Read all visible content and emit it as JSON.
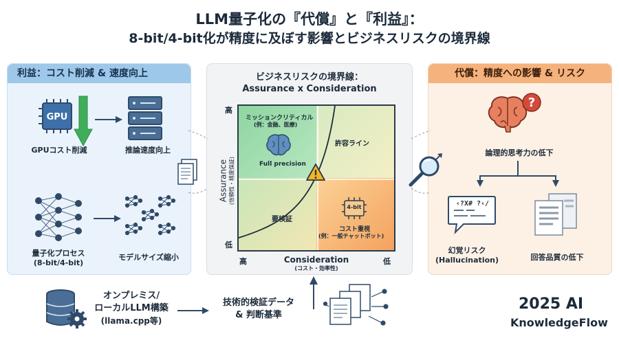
{
  "title": {
    "line1": "LLM量子化の『代償』と『利益』：",
    "line2": "8-bit/4-bit化が精度に及ぼす影響とビジネスリスクの境界線"
  },
  "left_panel": {
    "header": "利益：コスト削減 & 速度向上",
    "gpu_chip": "GPU",
    "gpu_cost": "GPUコスト削減",
    "inference_speed": "推論速度向上",
    "quant_process_line1": "量子化プロセス",
    "quant_process_line2": "(8-bit/4-bit)",
    "model_size": "モデルサイズ縮小"
  },
  "middle_panel": {
    "title_line1": "ビジネスリスクの境界線：",
    "title_line2": "Assurance x Consideration",
    "y_high": "高",
    "y_low": "低",
    "y_axis_line1": "Assurance",
    "y_axis_line2": "(信頼性・精度保証)",
    "x_high": "高",
    "x_low": "低",
    "x_axis_line1": "Consideration",
    "x_axis_line2": "(コスト・効率性)",
    "q_tl_line1": "ミッションクリティカル",
    "q_tl_line2": "(例：金融、医療)",
    "q_tl_bottom": "Full precision",
    "q_tr": "許容ライン",
    "q_bl": "要検証",
    "q_br_chip": "4-bit",
    "q_br_line1": "コスト重視",
    "q_br_line2": "(例：一般チャットボット)"
  },
  "right_panel": {
    "header": "代償：精度への影響 & リスク",
    "logic_decline": "論理的思考力の低下",
    "hallucination_line1": "幻覚リスク",
    "hallucination_line2": "(Hallucination)",
    "answer_quality": "回答品質の低下",
    "garbled_text": "‹?X# ?‹/"
  },
  "bottom": {
    "onprem_line1": "オンプレミス/",
    "onprem_line2": "ローカルLLM構築",
    "onprem_line3": "(llama.cpp等)",
    "tech_line1": "技術的検証データ",
    "tech_line2": "& 判断基準"
  },
  "brand": {
    "line1": "2025 AI",
    "line2": "KnowledgeFlow"
  },
  "colors": {
    "benefit_header": "#9ec8ea",
    "cost_header": "#f6b27c",
    "navy": "#2f4a68",
    "green_arrow": "#3fae5a",
    "warning": "#f5b323"
  },
  "icons": [
    "gpu-chip-icon",
    "down-arrow-icon",
    "server-icon",
    "neural-network-icon",
    "small-networks-icon",
    "document-icon",
    "brain-icon",
    "magnifier-icon",
    "question-icon",
    "garbled-speech-icon",
    "documents-icon",
    "database-gear-icon",
    "warning-icon",
    "chip-icon"
  ]
}
